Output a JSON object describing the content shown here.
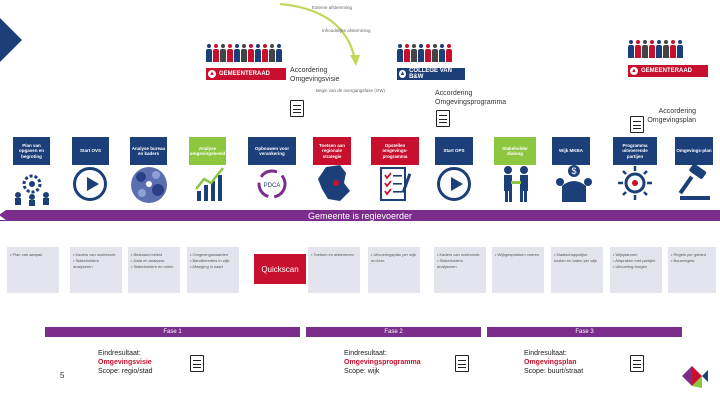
{
  "header": {
    "arrow_label_1": "Externe afstemming",
    "arrow_label_2": "Inhoudelijke afstemming",
    "bodies": [
      {
        "label": "GEMEENTERAAD",
        "color": "#c8102e"
      },
      {
        "label": "COLLEGE VAN B&W",
        "color": "#1c3f7a"
      },
      {
        "label": "GEMEENTERAAD",
        "color": "#c8102e"
      }
    ],
    "approvals": [
      "Accordering Omgevingsvisie",
      "Accordering Omgevingsprogramma",
      "Accordering Omgevingsplan"
    ],
    "transition_note": "Begin van de overgangsfase (OW)"
  },
  "steps": [
    {
      "label": "Plan van opgaven en begroting",
      "color": "#1c3f7a",
      "icon": "gear-people-icon"
    },
    {
      "label": "Start OVS",
      "color": "#1c3f7a",
      "icon": "play-icon"
    },
    {
      "label": "Analyse bureau en kaders",
      "color": "#1c3f7a",
      "icon": "network-icon"
    },
    {
      "label": "Analyse omgevingsbeeld",
      "color": "#8dc63f",
      "icon": "chart-icon"
    },
    {
      "label": "Opbouwen voor verankering",
      "color": "#1c3f7a",
      "icon": "cycle-icon"
    },
    {
      "label": "Toetsen aan regionale strategie",
      "color": "#c8102e",
      "icon": "map-icon"
    },
    {
      "label": "Opstellen omgevings-programma",
      "color": "#c8102e",
      "icon": "checklist-icon"
    },
    {
      "label": "Start OPS",
      "color": "#1c3f7a",
      "icon": "play-icon"
    },
    {
      "label": "Stakeholder dialoog",
      "color": "#8dc63f",
      "icon": "handshake-icon"
    },
    {
      "label": "Wijk MKBA",
      "color": "#1c3f7a",
      "icon": "money-icon"
    },
    {
      "label": "Programma uitvoerende partijen",
      "color": "#1c3f7a",
      "icon": "idea-icon"
    },
    {
      "label": "Omgevings-plan",
      "color": "#1c3f7a",
      "icon": "gavel-icon"
    }
  ],
  "banner": "Gemeente is regievoerder",
  "cards": [
    {
      "text": "• Plan van aanpak"
    },
    {
      "text": "• Kaders van onderzoek\n• Stakeholders analyseren"
    },
    {
      "text": "• Bestaand beleid\n• Data en analyses\n• Stakeholders en rollen"
    },
    {
      "text": "• Omgevingswaarden\n• Bandbreedtes in wijk\n• Afweging in kaart"
    },
    {
      "text": "Quickscan",
      "highlight": true
    },
    {
      "text": "• Toetsen en afstemmen"
    },
    {
      "text": "• Uitvoeringsplan per wijk en kern"
    },
    {
      "text": "• Kaders van onderzoek\n• Stakeholders analyseren"
    },
    {
      "text": "• Wijkgesprekken voeren"
    },
    {
      "text": "• Maatschappelijke kosten en baten per wijk"
    },
    {
      "text": "• Wijkplannen\n• Afspraken met partijen\n• Uitvoering borgen"
    },
    {
      "text": "• Regels per gebied\n• Bouwregels"
    }
  ],
  "phases": [
    {
      "label": "Fase 1",
      "result_title": "Eindresultaat:",
      "result_name": "Omgevingsvisie",
      "scope": "Scope: regio/stad"
    },
    {
      "label": "Fase 2",
      "result_title": "Eindresultaat:",
      "result_name": "Omgevingsprogramma",
      "scope": "Scope: wijk"
    },
    {
      "label": "Fase 3",
      "result_title": "Eindresultaat:",
      "result_name": "Omgevingsplan",
      "scope": "Scope: buurt/straat"
    }
  ],
  "page_number": "5"
}
